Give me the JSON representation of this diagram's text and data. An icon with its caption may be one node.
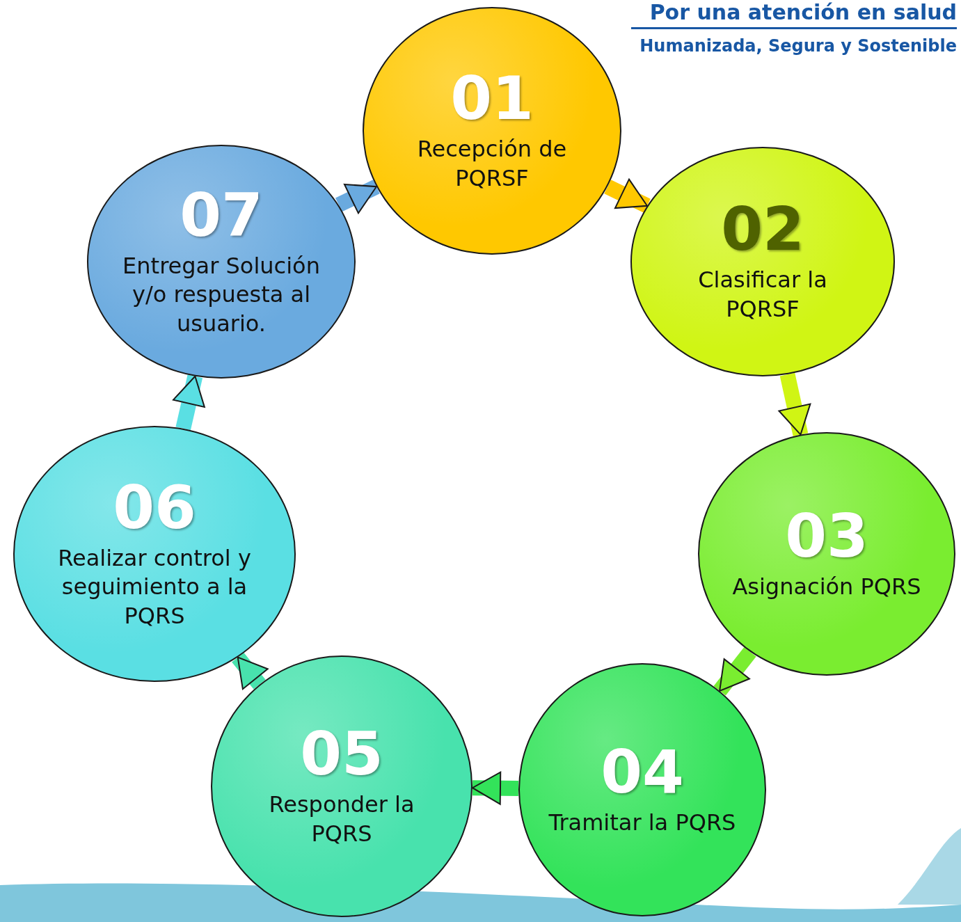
{
  "diagram": {
    "nodes": [
      {
        "text": [
          "01",
          "Recepción de PQRSF"
        ]
      },
      {
        "text": [
          "02",
          "Clasificar la PQRSF"
        ]
      },
      {
        "text": [
          "03",
          "Asignación PQRS"
        ]
      },
      {
        "text": [
          "04",
          "Tramitar la PQRS"
        ]
      },
      {
        "text": [
          "05",
          "Responder la PQRS"
        ]
      },
      {
        "text": [
          "06",
          "Realizar control y seguimiento a la PQRS"
        ]
      },
      {
        "text": [
          "07",
          "Entregar Solución y/o respuesta al usuario."
        ]
      }
    ],
    "edges": [
      {
        "from": 0,
        "to": 1,
        "arrow": "to",
        "color": "#ffc800"
      },
      {
        "from": 1,
        "to": 2,
        "arrow": "to",
        "color": "#d0f514"
      },
      {
        "from": 2,
        "to": 3,
        "arrow": "to",
        "color": "#7aed30"
      },
      {
        "from": 3,
        "to": 4,
        "arrow": "to",
        "color": "#33e35a"
      },
      {
        "from": 4,
        "to": 5,
        "arrow": "to",
        "color": "#48e2ad"
      },
      {
        "from": 5,
        "to": 6,
        "arrow": "to",
        "color": "#5adfe3"
      },
      {
        "from": 6,
        "to": 0,
        "arrow": "to",
        "color": "#6aaadf"
      }
    ],
    "labels": [
      "Por una atención en salud",
      "Humanizada, Segura y Sostenible"
    ]
  }
}
